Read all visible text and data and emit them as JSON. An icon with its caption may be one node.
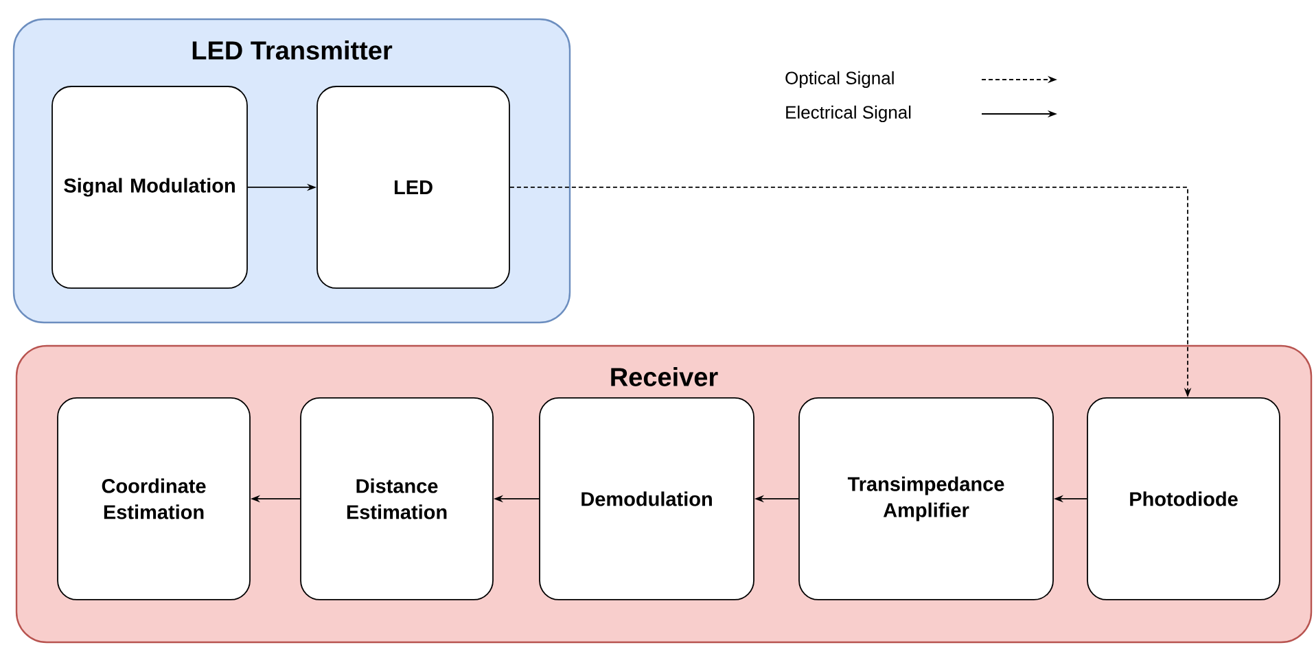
{
  "diagram": {
    "nodes": [
      {
        "text": [
          "LED Transmitter"
        ]
      },
      {
        "text": [
          "Signal Modulation"
        ],
        "in": 0
      },
      {
        "text": [
          "LED"
        ],
        "in": 0
      },
      {
        "text": [
          "Receiver"
        ]
      },
      {
        "text": [
          "Coordinate Estimation"
        ],
        "in": 3
      },
      {
        "text": [
          "Distance Estimation"
        ],
        "in": 3
      },
      {
        "text": [
          "Demodulation"
        ],
        "in": 3
      },
      {
        "text": [
          "Transimpedance Amplifier"
        ],
        "in": 3
      },
      {
        "text": [
          "Photodiode"
        ],
        "in": 3
      }
    ],
    "edges": [
      {
        "from": 1,
        "to": 2,
        "arrow": "to"
      },
      {
        "from": 2,
        "to": 8,
        "arrow": "to",
        "style": "dashed"
      },
      {
        "from": 8,
        "to": 7,
        "arrow": "to"
      },
      {
        "from": 7,
        "to": 6,
        "arrow": "to"
      },
      {
        "from": 6,
        "to": 5,
        "arrow": "to"
      },
      {
        "from": 5,
        "to": 4,
        "arrow": "to"
      }
    ],
    "legend": [
      {
        "text": "Optical Signal"
      },
      {
        "text": "Electrical Signal"
      }
    ]
  }
}
